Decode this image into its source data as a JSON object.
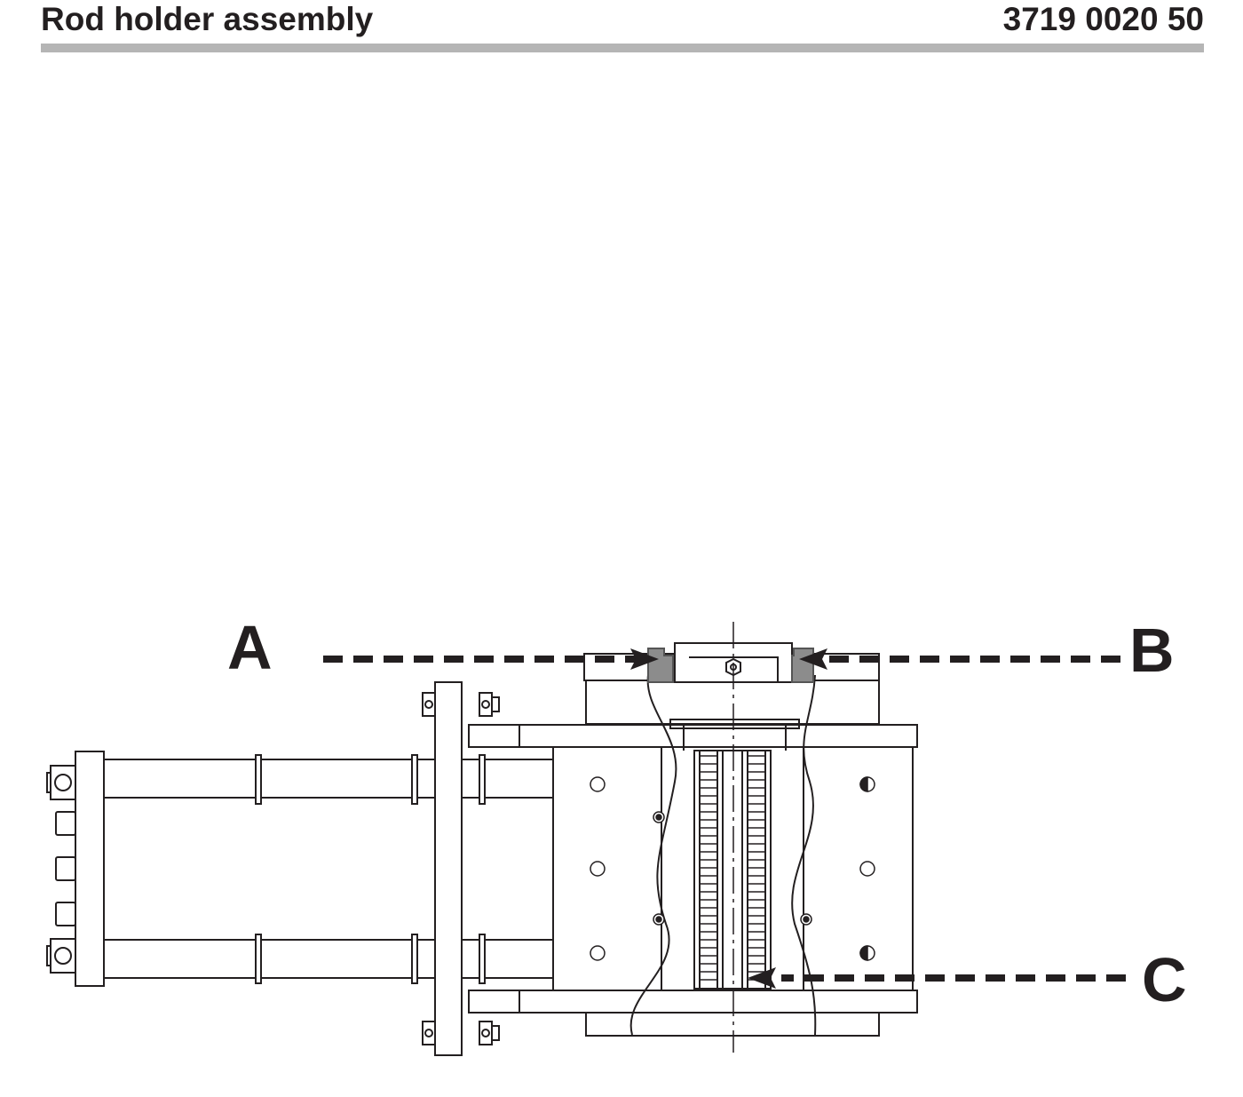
{
  "header": {
    "title": "Rod holder assembly",
    "part_number": "3719 0020 50"
  },
  "diagram": {
    "callouts": [
      {
        "label": "A"
      },
      {
        "label": "B"
      },
      {
        "label": "C"
      }
    ],
    "colors": {
      "line": "#231f20",
      "seal": "#8c8c8c",
      "header_rule": "#b5b5b5"
    }
  }
}
